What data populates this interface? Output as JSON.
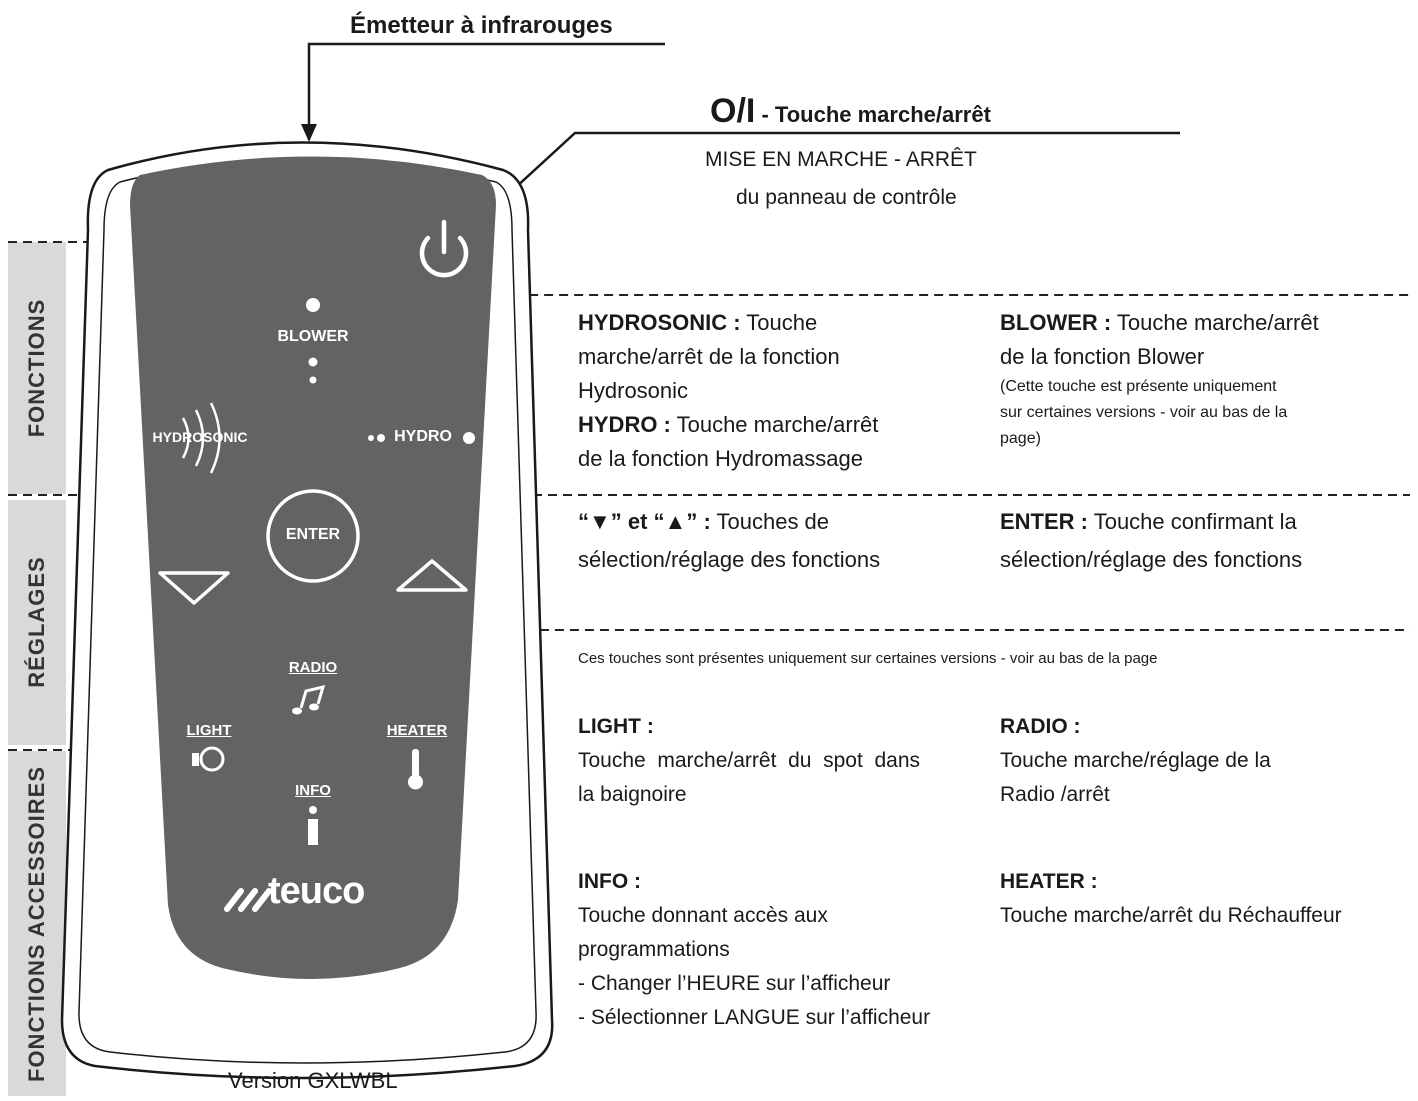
{
  "emitter_label": "Émetteur à infrarouges",
  "power": {
    "symbol": "O/I",
    "title": " - Touche marche/arrêt",
    "line1": "MISE EN MARCHE - ARRÊT",
    "line2": "du panneau de contrôle"
  },
  "sections": {
    "fonctions": "FONCTIONS",
    "reglages": "RÉGLAGES",
    "accessoires": "FONCTIONS ACCESSOIRES"
  },
  "remote": {
    "blower": "BLOWER",
    "hydrosonic": "HYDROSONIC",
    "hydro": "HYDRO",
    "enter": "ENTER",
    "radio": "RADIO",
    "light": "LIGHT",
    "heater": "HEATER",
    "info": "INFO",
    "brand": "teuco"
  },
  "desc": {
    "hydrosonic_key": "HYDROSONIC :",
    "hydrosonic_l1": " Touche",
    "hydrosonic_l2": "marche/arrêt de la fonction",
    "hydrosonic_l3": "Hydrosonic",
    "hydro_key": "HYDRO :",
    "hydro_l1": " Touche marche/arrêt",
    "hydro_l2": "de la fonction Hydromassage",
    "blower_key": "BLOWER :",
    "blower_l1": " Touche marche/arrêt",
    "blower_l2": "de la fonction Blower",
    "blower_n1": "(Cette touche est présente uniquement",
    "blower_n2": "sur certaines versions - voir au bas de la",
    "blower_n3": "page)",
    "arrows_key": "“▼” et “▲” :",
    "arrows_l1": " Touches de",
    "arrows_l2": "sélection/réglage des fonctions",
    "enter_key": "ENTER :",
    "enter_l1": " Touche confirmant la",
    "enter_l2": "sélection/réglage des fonctions",
    "acc_note": "Ces touches sont présentes uniquement sur certaines versions - voir au bas de la page",
    "light_key": "LIGHT :",
    "light_l1": "Touche  marche/arrêt  du  spot  dans",
    "light_l2": "la baignoire",
    "radio_key": "RADIO :",
    "radio_l1": "Touche marche/réglage de la",
    "radio_l2": "Radio /arrêt",
    "info_key": "INFO :",
    "info_l1": "Touche donnant accès aux",
    "info_l2": "programmations",
    "info_l3": "- Changer l’HEURE sur l’afficheur",
    "info_l4": "- Sélectionner LANGUE sur l’afficheur",
    "heater_key": "HEATER :",
    "heater_l1": "Touche marche/arrêt du Réchauffeur"
  },
  "version": "Version GXLWBL",
  "colors": {
    "remote_body": "#636363",
    "section_bar": "#d9d9d9",
    "ink": "#1a1a1a"
  }
}
